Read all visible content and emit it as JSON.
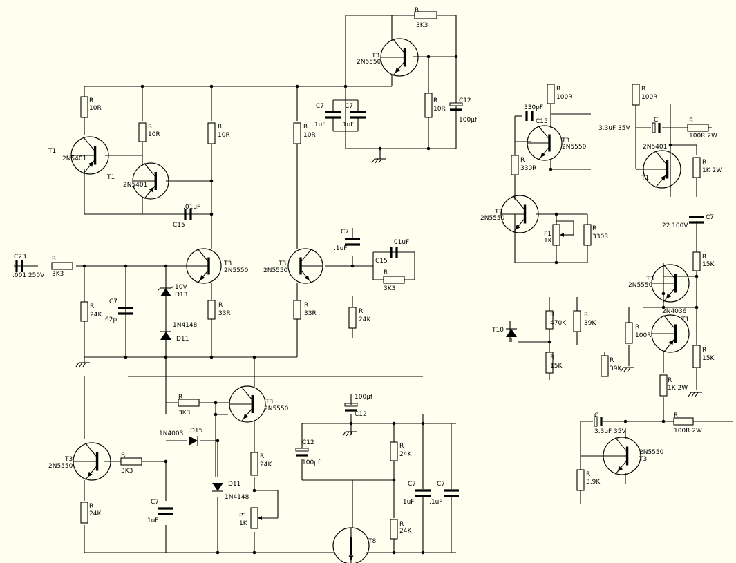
{
  "colors": {
    "background": "#fffff0",
    "ink": "#000000"
  },
  "components": [
    {
      "id": "t3_top",
      "kind": "npn",
      "name": "T3",
      "value": "2N5550"
    },
    {
      "id": "r_top_3k3",
      "kind": "resistor",
      "name": "R",
      "value": "3K3"
    },
    {
      "id": "r_top_10r",
      "kind": "resistor",
      "name": "R",
      "value": "10R"
    },
    {
      "id": "c12_top",
      "kind": "capacitor",
      "name": "C12",
      "value": "100µf"
    },
    {
      "id": "c7_top_a",
      "kind": "capacitor",
      "name": "C7",
      "value": ".1uF"
    },
    {
      "id": "c7_top_b",
      "kind": "capacitor",
      "name": "C7",
      "value": ".1uF"
    },
    {
      "id": "r_t1_top",
      "kind": "resistor",
      "name": "R",
      "value": "10R"
    },
    {
      "id": "t1_top",
      "kind": "pnp",
      "name": "T1",
      "value": "2N5401"
    },
    {
      "id": "r_t1_b",
      "kind": "resistor",
      "name": "R",
      "value": "10R"
    },
    {
      "id": "t1_bottom",
      "kind": "pnp",
      "name": "T1",
      "value": "2N5401"
    },
    {
      "id": "r_col",
      "kind": "resistor",
      "name": "R",
      "value": "10R"
    },
    {
      "id": "r_right_col",
      "kind": "resistor",
      "name": "R",
      "value": "10R"
    },
    {
      "id": "c15_left",
      "kind": "capacitor",
      "name": "C15",
      "value": ".01uF"
    },
    {
      "id": "c23",
      "kind": "capacitor",
      "name": "C23",
      "value": ".001 250V"
    },
    {
      "id": "r_input",
      "kind": "resistor",
      "name": "R",
      "value": "3K3"
    },
    {
      "id": "r_24k_a",
      "kind": "resistor",
      "name": "R",
      "value": "24K"
    },
    {
      "id": "c7_62p",
      "kind": "capacitor",
      "name": "C7",
      "value": "62p"
    },
    {
      "id": "d13",
      "kind": "zener",
      "name": "D13",
      "value": "10V"
    },
    {
      "id": "d11_top",
      "kind": "diode",
      "name": "D11",
      "value": "1N4148"
    },
    {
      "id": "t3_mid_left",
      "kind": "npn",
      "name": "T3",
      "value": "2N5550"
    },
    {
      "id": "r_33r_a",
      "kind": "resistor",
      "name": "R",
      "value": "33R"
    },
    {
      "id": "t3_mid_right",
      "kind": "npn",
      "name": "T3",
      "value": "2N5550"
    },
    {
      "id": "r_33r_b",
      "kind": "resistor",
      "name": "R",
      "value": "33R"
    },
    {
      "id": "c7_mid",
      "kind": "capacitor",
      "name": "C7",
      "value": ".1uF"
    },
    {
      "id": "c15_mid",
      "kind": "capacitor",
      "name": "C15",
      "value": ".01uF"
    },
    {
      "id": "r_3k3_mid",
      "kind": "resistor",
      "name": "R",
      "value": "3K3"
    },
    {
      "id": "r_24k_mid",
      "kind": "resistor",
      "name": "R",
      "value": "24K"
    },
    {
      "id": "t3_low_left",
      "kind": "npn",
      "name": "T3",
      "value": "2N5550"
    },
    {
      "id": "r_3k3_low",
      "kind": "resistor",
      "name": "R",
      "value": "3K3"
    },
    {
      "id": "c7_low",
      "kind": "capacitor",
      "name": "C7",
      "value": ".1uF"
    },
    {
      "id": "r_24k_low",
      "kind": "resistor",
      "name": "R",
      "value": "24K"
    },
    {
      "id": "d15",
      "kind": "diode",
      "name": "D15",
      "value": "1N4003"
    },
    {
      "id": "d11_low",
      "kind": "diode",
      "name": "D11",
      "value": "1N4148"
    },
    {
      "id": "r_3k3_base",
      "kind": "resistor",
      "name": "R",
      "value": "3K3"
    },
    {
      "id": "t3_low_mid",
      "kind": "npn",
      "name": "T3",
      "value": "2N5550"
    },
    {
      "id": "r_24k_em",
      "kind": "resistor",
      "name": "R",
      "value": "24K"
    },
    {
      "id": "p1_low",
      "kind": "pot",
      "name": "P1",
      "value": "1K"
    },
    {
      "id": "c12_low_top",
      "kind": "capacitor",
      "name": "C12",
      "value": "100µf"
    },
    {
      "id": "c12_low",
      "kind": "capacitor",
      "name": "C12",
      "value": "100µf"
    },
    {
      "id": "r_24k_div_a",
      "kind": "resistor",
      "name": "R",
      "value": "24K"
    },
    {
      "id": "r_24k_div_b",
      "kind": "resistor",
      "name": "R",
      "value": "24K"
    },
    {
      "id": "c7_out_a",
      "kind": "capacitor",
      "name": "C7",
      "value": ".1uF"
    },
    {
      "id": "c7_out_b",
      "kind": "capacitor",
      "name": "C7",
      "value": ".1uF"
    },
    {
      "id": "t8",
      "kind": "npn",
      "name": "T8",
      "value": ""
    },
    {
      "id": "r_100r_a",
      "kind": "resistor",
      "name": "R",
      "value": "100R"
    },
    {
      "id": "c15_right",
      "kind": "capacitor",
      "name": "C15",
      "value": "330pF"
    },
    {
      "id": "t3_right_a",
      "kind": "npn",
      "name": "T3",
      "value": "2N5550"
    },
    {
      "id": "r_330r_a",
      "kind": "resistor",
      "name": "R",
      "value": "330R"
    },
    {
      "id": "t3_right_b",
      "kind": "npn",
      "name": "T3",
      "value": "2N5550"
    },
    {
      "id": "p1_right",
      "kind": "pot",
      "name": "P1",
      "value": "1K"
    },
    {
      "id": "r_330r_b",
      "kind": "resistor",
      "name": "R",
      "value": "330R"
    },
    {
      "id": "r_100r_b",
      "kind": "resistor",
      "name": "R",
      "value": "100R"
    },
    {
      "id": "c_33uf",
      "kind": "elcap",
      "name": "C",
      "value": "3.3uF 35V"
    },
    {
      "id": "r_100r_2w_a",
      "kind": "resistor",
      "name": "R",
      "value": "100R 2W"
    },
    {
      "id": "t1_right",
      "kind": "pnp",
      "name": "T1",
      "value": "2N5401"
    },
    {
      "id": "r_1k_2w_a",
      "kind": "resistor",
      "name": "R",
      "value": "1K 2W"
    },
    {
      "id": "c7_right",
      "kind": "capacitor",
      "name": "C7",
      "value": ".22 100V"
    },
    {
      "id": "r_15k_a",
      "kind": "resistor",
      "name": "R",
      "value": "15K"
    },
    {
      "id": "t3_right_c",
      "kind": "npn",
      "name": "T3",
      "value": "2N5550"
    },
    {
      "id": "t1_right_b",
      "kind": "npn",
      "name": "T1",
      "value": "2N4036"
    },
    {
      "id": "r_100r_c",
      "kind": "resistor",
      "name": "R",
      "value": "100R"
    },
    {
      "id": "r_15k_b",
      "kind": "resistor",
      "name": "R",
      "value": "15K"
    },
    {
      "id": "r_39k_a",
      "kind": "resistor",
      "name": "R",
      "value": "39K"
    },
    {
      "id": "r_1k_2w_b",
      "kind": "resistor",
      "name": "R",
      "value": "1K 2W"
    },
    {
      "id": "c_33uf_b",
      "kind": "elcap",
      "name": "C",
      "value": "3.3uF 35V"
    },
    {
      "id": "r_100r_2w_b",
      "kind": "resistor",
      "name": "R",
      "value": "100R 2W"
    },
    {
      "id": "t3_right_d",
      "kind": "npn",
      "name": "T3",
      "value": "2N5550"
    },
    {
      "id": "r_3_9k",
      "kind": "resistor",
      "name": "R",
      "value": "3.9K"
    },
    {
      "id": "t10",
      "kind": "diode",
      "name": "T10",
      "value": ""
    },
    {
      "id": "r_470k",
      "kind": "resistor",
      "name": "R",
      "value": "470K"
    },
    {
      "id": "r_39k_b",
      "kind": "resistor",
      "name": "R",
      "value": "39K"
    },
    {
      "id": "r_15k_c",
      "kind": "resistor",
      "name": "R",
      "value": "15K"
    }
  ]
}
